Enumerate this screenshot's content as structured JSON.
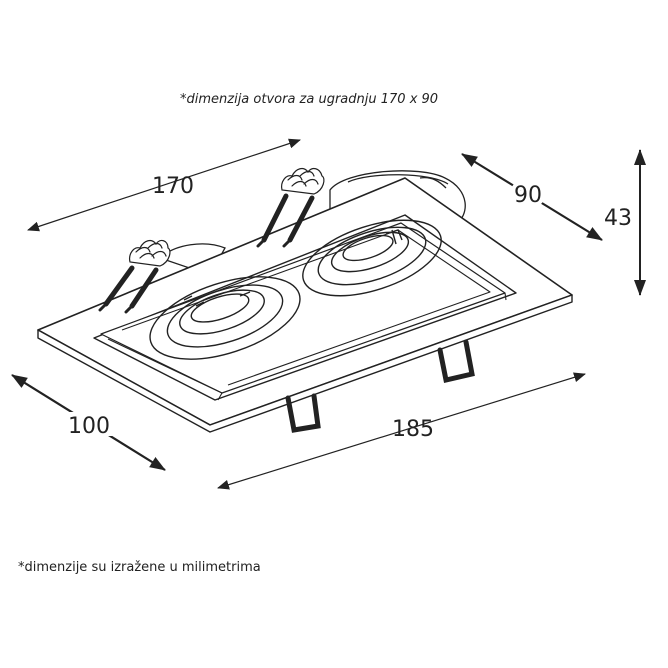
{
  "notes": {
    "opening_dimension": "*dimenzija otvora za ugradnju 170 x 90",
    "units_note": "*dimenzije su izražene u milimetrima"
  },
  "dimensions": {
    "opening_length": "170",
    "opening_width": "90",
    "height": "43",
    "frame_width": "100",
    "frame_length": "185"
  }
}
